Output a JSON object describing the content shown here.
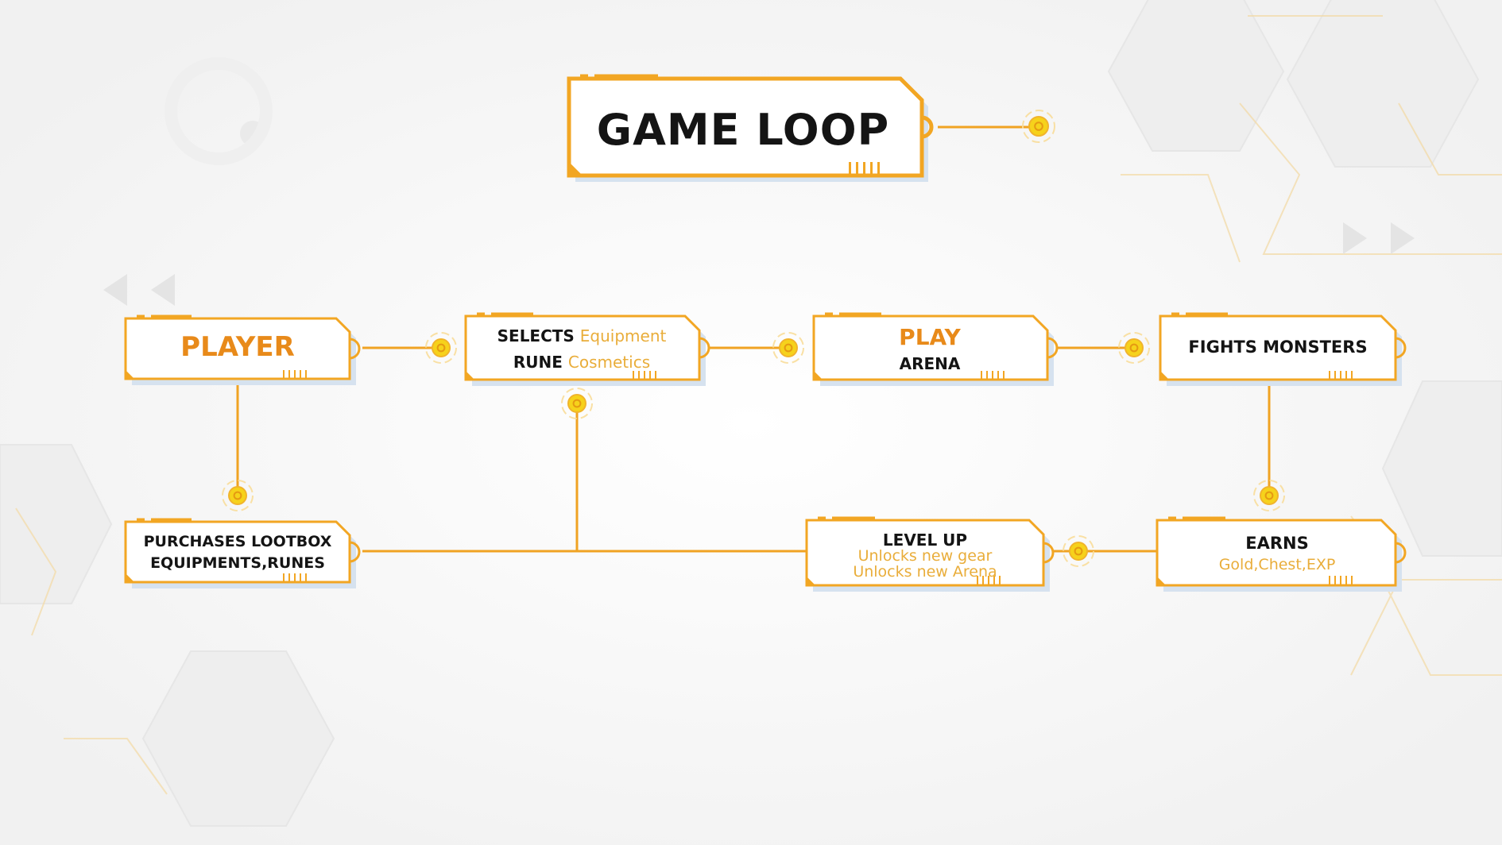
{
  "title": "GAME LOOP",
  "colors": {
    "accent": "#f2a623",
    "accent_dark": "#e88a1a",
    "muted_text": "#e9ad3a",
    "node_fill": "#ffffff",
    "node_shadow": "#d6e2ef",
    "connector": "#f0a323",
    "dot": "#f6d21b"
  },
  "nodes": {
    "player": {
      "label": "PLAYER"
    },
    "selects": {
      "line1_key": "SELECTS",
      "line1_value": "Equipment",
      "line2_key": "RUNE",
      "line2_value": "Cosmetics"
    },
    "play": {
      "line1": "PLAY",
      "line2": "ARENA"
    },
    "fights": {
      "label": "FIGHTS MONSTERS"
    },
    "purchases": {
      "line1": "PURCHASES LOOTBOX",
      "line2": "EQUIPMENTS,RUNES"
    },
    "levelup": {
      "title": "LEVEL UP",
      "line1": "Unlocks new gear",
      "line2": "Unlocks new Arena"
    },
    "earns": {
      "title": "EARNS",
      "line1": "Gold,Chest,EXP"
    }
  }
}
